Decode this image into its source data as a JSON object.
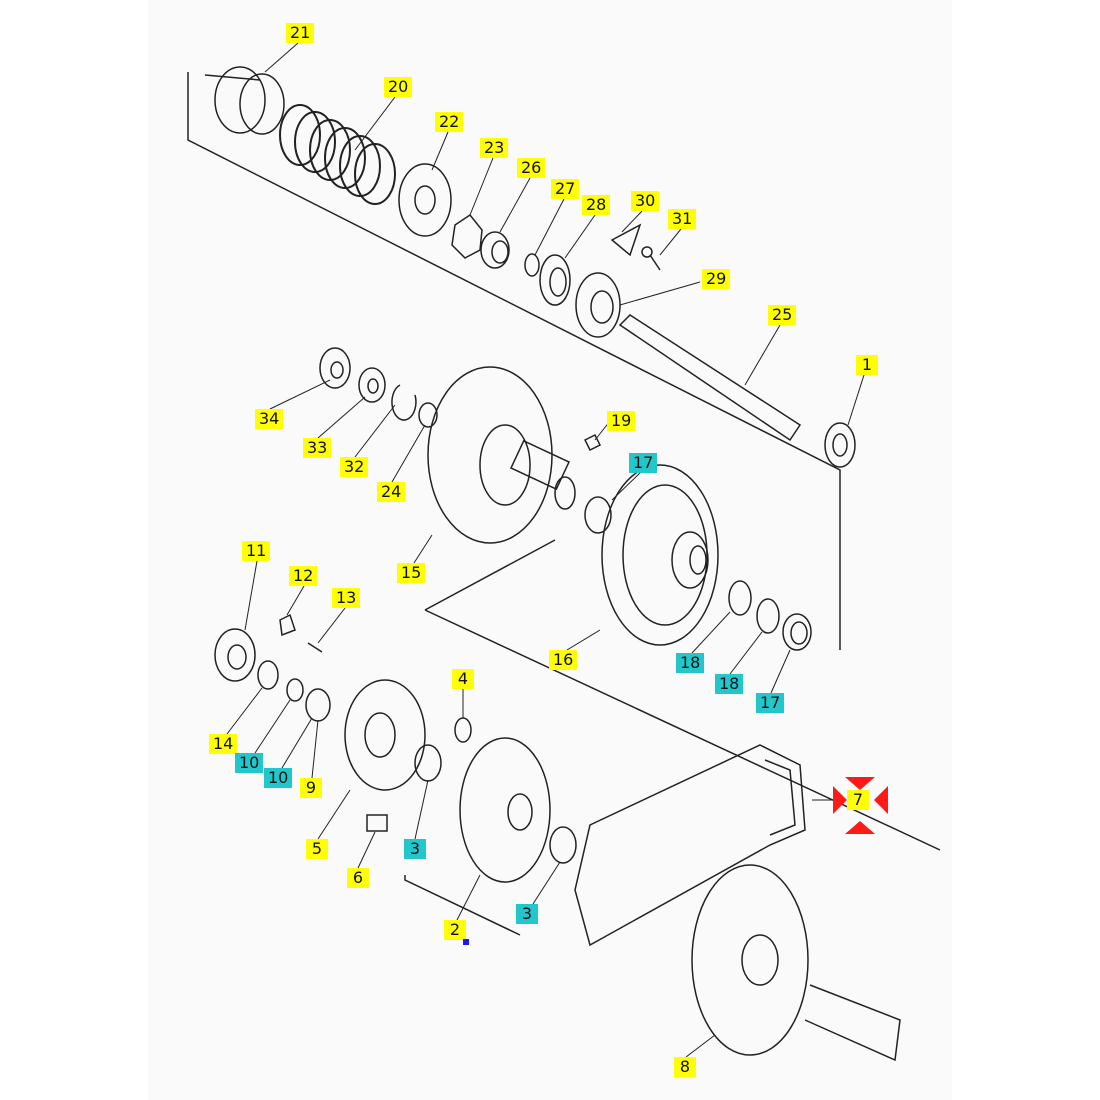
{
  "diagram": {
    "callouts": [
      {
        "id": "c21",
        "text": "21",
        "style": "yellow"
      },
      {
        "id": "c20",
        "text": "20",
        "style": "yellow"
      },
      {
        "id": "c22",
        "text": "22",
        "style": "yellow"
      },
      {
        "id": "c23",
        "text": "23",
        "style": "yellow"
      },
      {
        "id": "c26",
        "text": "26",
        "style": "yellow"
      },
      {
        "id": "c27",
        "text": "27",
        "style": "yellow"
      },
      {
        "id": "c28",
        "text": "28",
        "style": "yellow"
      },
      {
        "id": "c30",
        "text": "30",
        "style": "yellow"
      },
      {
        "id": "c31",
        "text": "31",
        "style": "yellow"
      },
      {
        "id": "c29",
        "text": "29",
        "style": "yellow"
      },
      {
        "id": "c25",
        "text": "25",
        "style": "yellow"
      },
      {
        "id": "c1",
        "text": "1",
        "style": "yellow"
      },
      {
        "id": "c34",
        "text": "34",
        "style": "yellow"
      },
      {
        "id": "c33",
        "text": "33",
        "style": "yellow"
      },
      {
        "id": "c32",
        "text": "32",
        "style": "yellow"
      },
      {
        "id": "c24",
        "text": "24",
        "style": "yellow"
      },
      {
        "id": "c19",
        "text": "19",
        "style": "yellow"
      },
      {
        "id": "c17a",
        "text": "17",
        "style": "cyan"
      },
      {
        "id": "c15",
        "text": "15",
        "style": "yellow"
      },
      {
        "id": "c11",
        "text": "11",
        "style": "yellow"
      },
      {
        "id": "c12",
        "text": "12",
        "style": "yellow"
      },
      {
        "id": "c13",
        "text": "13",
        "style": "yellow"
      },
      {
        "id": "c16",
        "text": "16",
        "style": "yellow"
      },
      {
        "id": "c18a",
        "text": "18",
        "style": "cyan"
      },
      {
        "id": "c18b",
        "text": "18",
        "style": "cyan"
      },
      {
        "id": "c17b",
        "text": "17",
        "style": "cyan"
      },
      {
        "id": "c4",
        "text": "4",
        "style": "yellow"
      },
      {
        "id": "c14",
        "text": "14",
        "style": "yellow"
      },
      {
        "id": "c10a",
        "text": "10",
        "style": "cyan"
      },
      {
        "id": "c10b",
        "text": "10",
        "style": "cyan"
      },
      {
        "id": "c9",
        "text": "9",
        "style": "yellow"
      },
      {
        "id": "c5",
        "text": "5",
        "style": "yellow"
      },
      {
        "id": "c6",
        "text": "6",
        "style": "yellow"
      },
      {
        "id": "c3a",
        "text": "3",
        "style": "cyan"
      },
      {
        "id": "c7",
        "text": "7",
        "style": "yellow",
        "selected": true
      },
      {
        "id": "c3b",
        "text": "3",
        "style": "cyan"
      },
      {
        "id": "c2",
        "text": "2",
        "style": "yellow"
      },
      {
        "id": "c8",
        "text": "8",
        "style": "yellow"
      }
    ],
    "colors": {
      "callout_yellow": "#ffff00",
      "callout_cyan": "#22c7cc",
      "selection_red": "#ff1a1a",
      "marker_blue": "#1a1aff"
    }
  }
}
